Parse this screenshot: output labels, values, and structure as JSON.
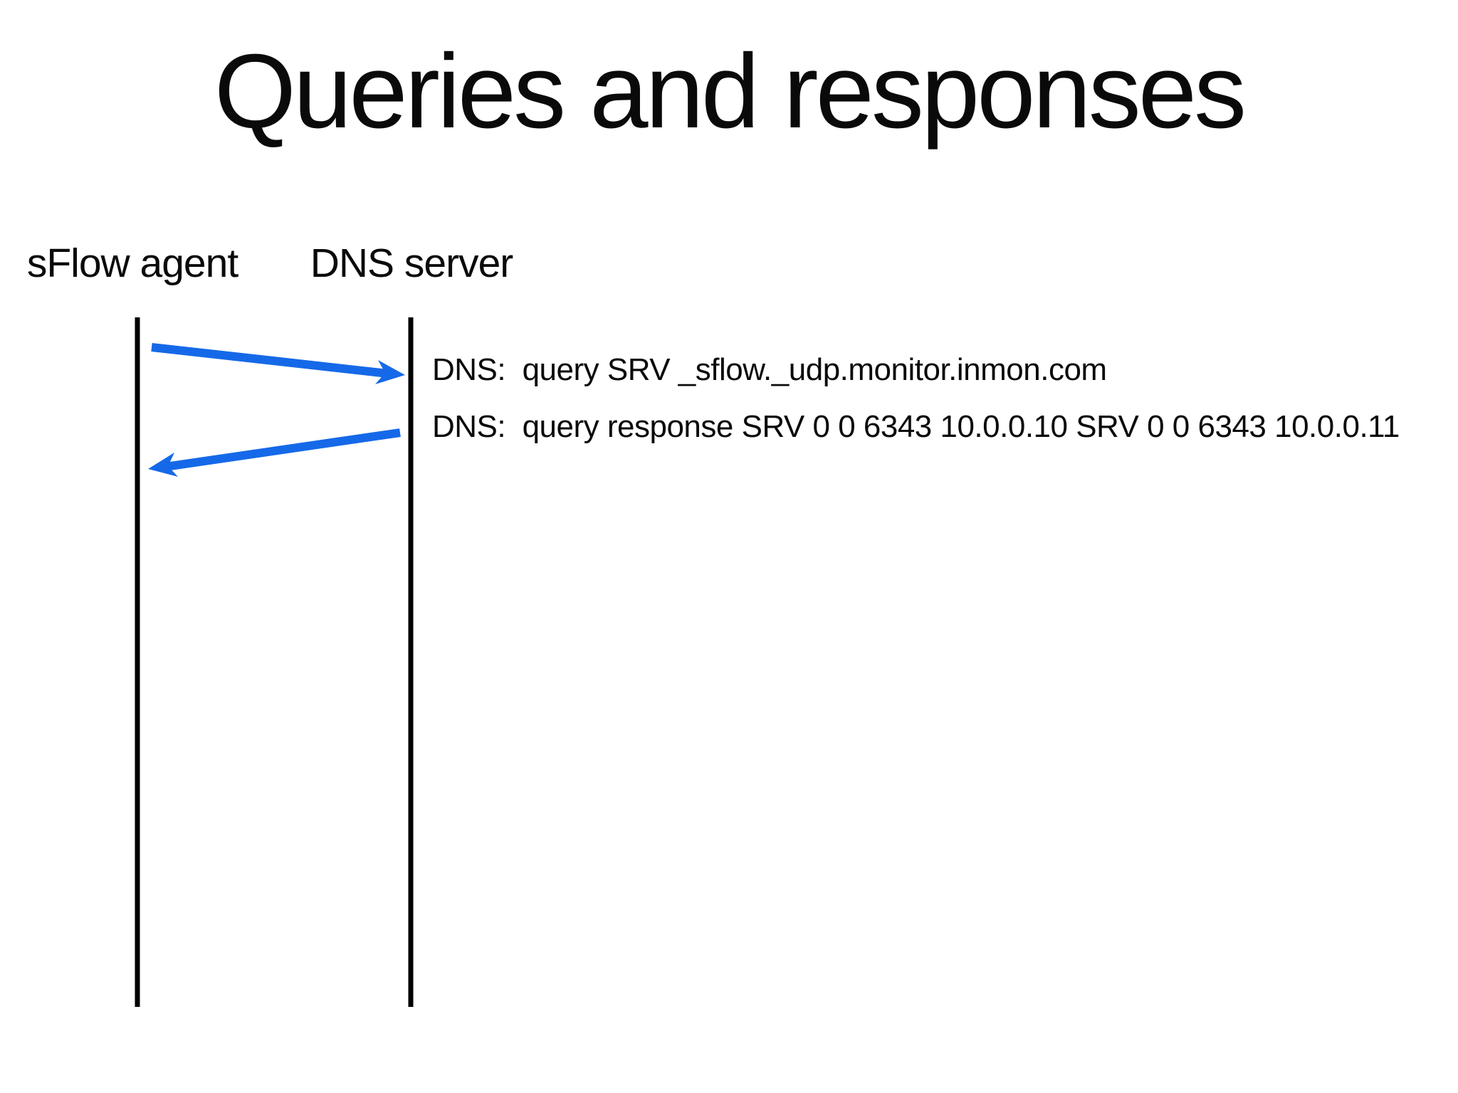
{
  "slide": {
    "title": "Queries and responses",
    "actors": [
      {
        "name": "sFlow agent"
      },
      {
        "name": "DNS server"
      }
    ],
    "messages": [
      {
        "from": "sFlow agent",
        "to": "DNS server",
        "label": "DNS:  query SRV _sflow._udp.monitor.inmon.com"
      },
      {
        "from": "DNS server",
        "to": "sFlow agent",
        "label": "DNS:  query response SRV 0 0 6343 10.0.0.10 SRV 0 0 6343 10.0.0.11"
      }
    ],
    "colors": {
      "arrow": "#1569e8",
      "lifeline": "#000000",
      "text": "#0a0a0a",
      "background": "#ffffff"
    }
  }
}
